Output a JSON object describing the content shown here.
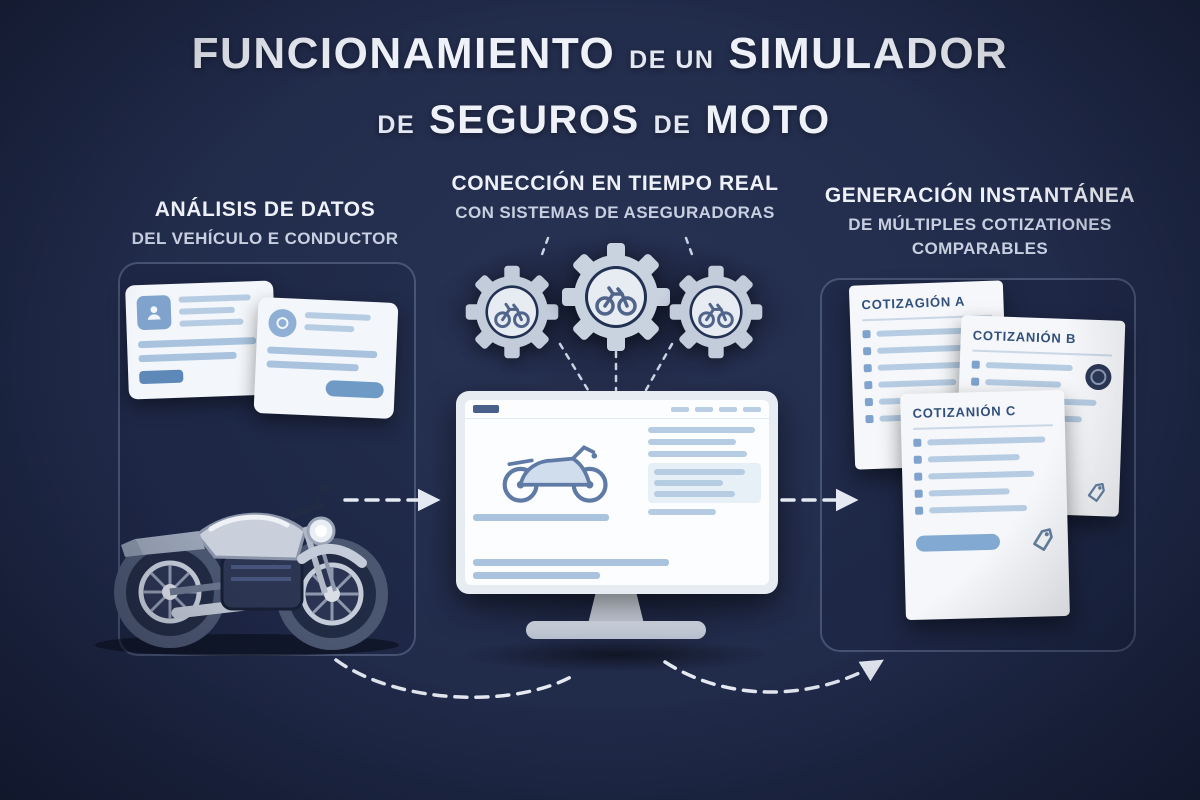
{
  "title": {
    "part1": "FUNCIONAMIENTO",
    "part2": "DE UN",
    "part3": "SIMULADOR",
    "part4": "DE",
    "part5": "SEGUROS",
    "part6": "DE",
    "part7": "MOTO"
  },
  "columns": {
    "left": {
      "title": "ANÁLISIS DE DATOS",
      "subtitle": "DEL VEHÍCULO E CONDUCTOR"
    },
    "center": {
      "title": "CONECCIÓN EN TIEMPO REAL",
      "subtitle": "CON SISTEMAS DE ASEGURADORAS"
    },
    "right": {
      "title": "GENERACIÓN INSTANTÁNEA",
      "subtitle": "DE MÚLTIPLES COTIZATIONES",
      "subtitle2": "COMPARABLES"
    }
  },
  "quotes": [
    {
      "label": "COTIZAGIÓN A"
    },
    {
      "label": "COTIZANIÓN B"
    },
    {
      "label": "COTIZANIÓN C"
    }
  ],
  "colors": {
    "background": "#212b4a",
    "text": "#eef1f8",
    "accent_blue": "#7fa3cc",
    "doc_title_blue": "#31507c",
    "card_white": "#f3f6fa"
  }
}
